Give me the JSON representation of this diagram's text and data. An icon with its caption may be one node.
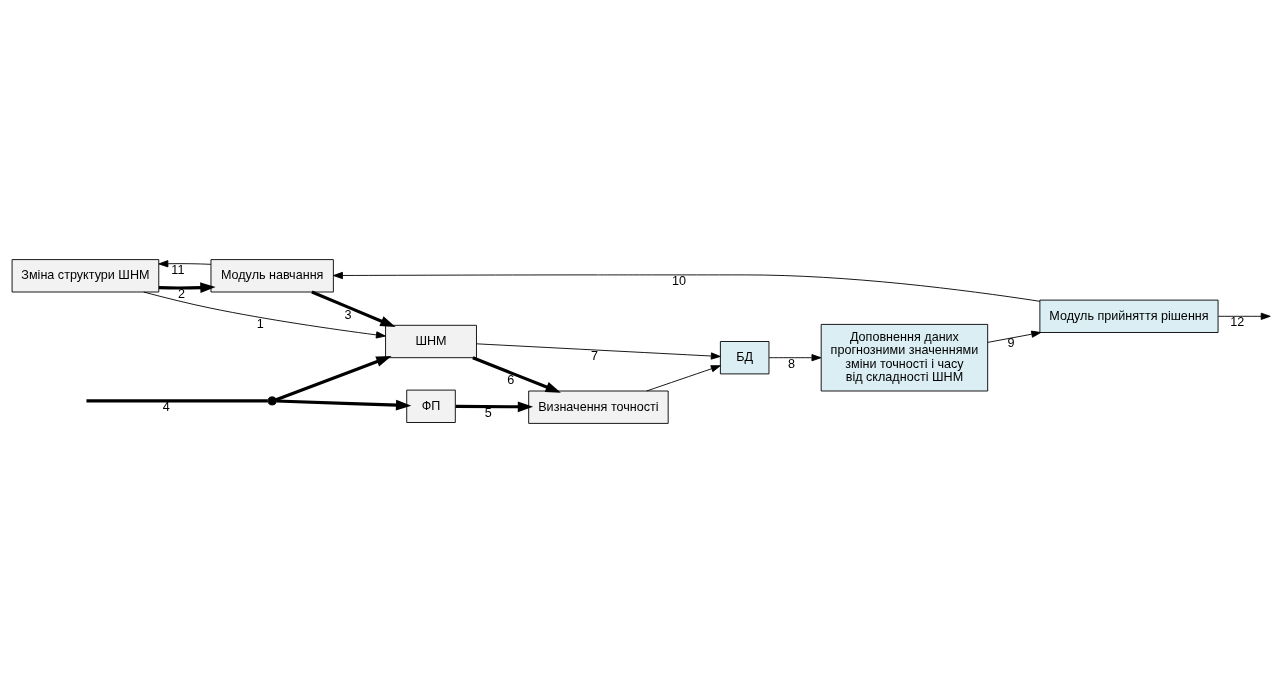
{
  "diagram": {
    "nodes": [
      {
        "text": [
          "Зміна структури ШНМ"
        ]
      },
      {
        "text": [
          "Модуль прийняття рішення"
        ]
      },
      {
        "text": [
          "Модуль навчання"
        ]
      },
      {
        "text": [
          "ШНМ"
        ]
      },
      {
        "text": [
          "БД"
        ]
      },
      {
        "text": [
          "Визначення точності"
        ]
      },
      {
        "text": [
          "ФП"
        ]
      },
      {
        "text": [
          "Доповнення даних прогнозними значеннями зміни точності і часу від складності ШНМ"
        ]
      },
      {
        "text": [],
        "shape": "circle"
      }
    ],
    "edges": [
      {
        "from": 1,
        "to": 2,
        "arrow": "to",
        "label": "10"
      },
      {
        "from": 2,
        "to": 0,
        "arrow": "to",
        "label": "11"
      },
      {
        "from": 0,
        "to": 2,
        "arrow": "to",
        "label": "2",
        "style": "thick"
      },
      {
        "from": 0,
        "to": 3,
        "arrow": "to",
        "label": "1"
      },
      {
        "from": 2,
        "to": 3,
        "arrow": "to",
        "label": "3",
        "style": "thick"
      },
      {
        "from": 3,
        "to": 4,
        "arrow": "to",
        "label": "7"
      },
      {
        "from": 3,
        "to": 5,
        "arrow": "to",
        "label": "6",
        "style": "thick"
      },
      {
        "from": 5,
        "to": 4,
        "arrow": "to"
      },
      {
        "from": 4,
        "to": 7,
        "arrow": "to",
        "label": "8"
      },
      {
        "from": 7,
        "to": 1,
        "arrow": "to",
        "label": "9"
      },
      {
        "from": 1,
        "to": null,
        "arrow": "to",
        "label": "12"
      },
      {
        "from": null,
        "to": 8,
        "arrow": "none",
        "label": "4",
        "style": "thick"
      },
      {
        "from": 8,
        "to": 3,
        "arrow": "to",
        "style": "thick"
      },
      {
        "from": 8,
        "to": 6,
        "arrow": "to",
        "style": "thick"
      },
      {
        "from": 6,
        "to": 5,
        "arrow": "to",
        "label": "5",
        "style": "thick"
      }
    ]
  }
}
